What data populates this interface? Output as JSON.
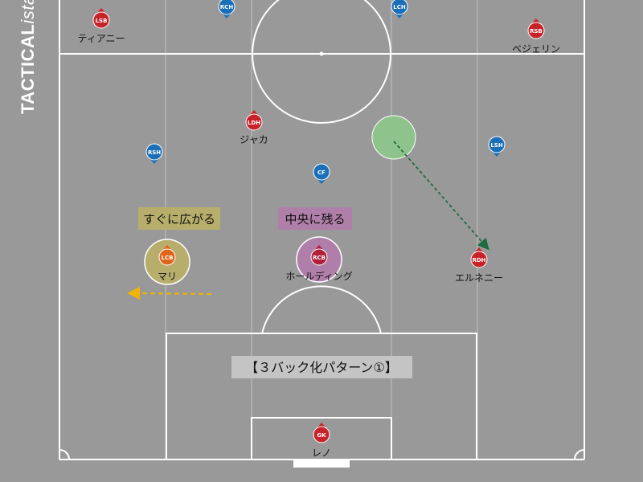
{
  "brand": {
    "main": "TACTICAL",
    "suffix": "ista"
  },
  "colors": {
    "pitch": "#999999",
    "line": "#ffffff",
    "team_red": "#c8232a",
    "team_blue": "#1b6fb8",
    "team_orange": "#e0651a",
    "team_crimson": "#b0203a",
    "zone_green": "#8ec48c",
    "zone_olive": "#b7ae6c",
    "zone_purple": "#b07fa9",
    "arrow_green": "#1f6b3f",
    "arrow_yellow": "#f0b400"
  },
  "players": [
    {
      "code": "LSB",
      "team": "red",
      "name": "ティアニー"
    },
    {
      "code": "RCH",
      "team": "blue",
      "name": ""
    },
    {
      "code": "LCH",
      "team": "blue",
      "name": ""
    },
    {
      "code": "RSB",
      "team": "red",
      "name": "ベジェリン"
    },
    {
      "code": "LDH",
      "team": "red",
      "name": "ジャカ"
    },
    {
      "code": "RSH",
      "team": "blue",
      "name": ""
    },
    {
      "code": "LSH",
      "team": "blue",
      "name": ""
    },
    {
      "code": "CF",
      "team": "blue",
      "name": ""
    },
    {
      "code": "LCB",
      "team": "orange",
      "name": "マリ"
    },
    {
      "code": "RCB",
      "team": "crimson",
      "name": "ホールディング"
    },
    {
      "code": "RDH",
      "team": "red",
      "name": "エルネニー"
    },
    {
      "code": "GK",
      "team": "red",
      "name": "レノ"
    }
  ],
  "labels": {
    "spread": "すぐに広がる",
    "stay_center": "中央に残る",
    "title": "【３バック化パターン①】"
  }
}
